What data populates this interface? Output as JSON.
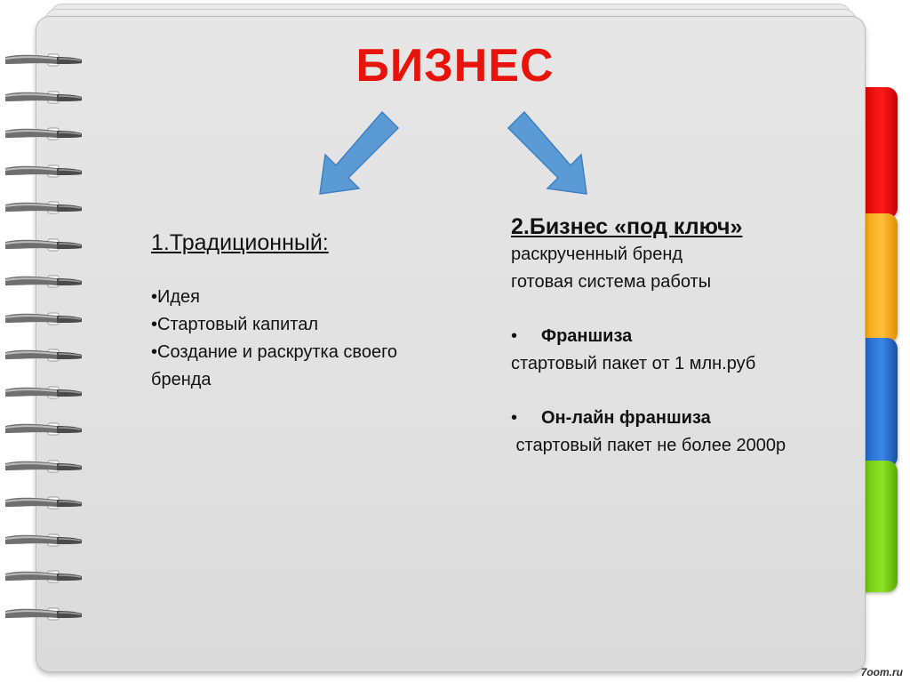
{
  "title": "БИЗНЕС",
  "left": {
    "heading": "1.Традиционный:",
    "items": [
      "•Идея",
      "•Стартовый капитал",
      "•Создание и раскрутка своего",
      "бренда"
    ]
  },
  "right": {
    "heading": "2.Бизнес «под ключ»",
    "lines": [
      "раскрученный бренд",
      "готовая система работы"
    ],
    "bullet_char": "•",
    "franchise_label": "Франшиза",
    "franchise_text": "стартовый пакет от 1  млн.руб",
    "online_label": "Он-лайн франшиза",
    "online_text": " стартовый пакет не более 2000р"
  },
  "watermark": "7oom.ru",
  "colors": {
    "title": "#e8140c",
    "arrow": "#5b9bd5",
    "tab_red": "#ff1a1a",
    "tab_orange": "#ffbe3a",
    "tab_blue": "#3a86e6",
    "tab_green": "#8fe226"
  },
  "icons": {
    "left_arrow": "arrow-down-left-icon",
    "right_arrow": "arrow-down-right-icon"
  }
}
